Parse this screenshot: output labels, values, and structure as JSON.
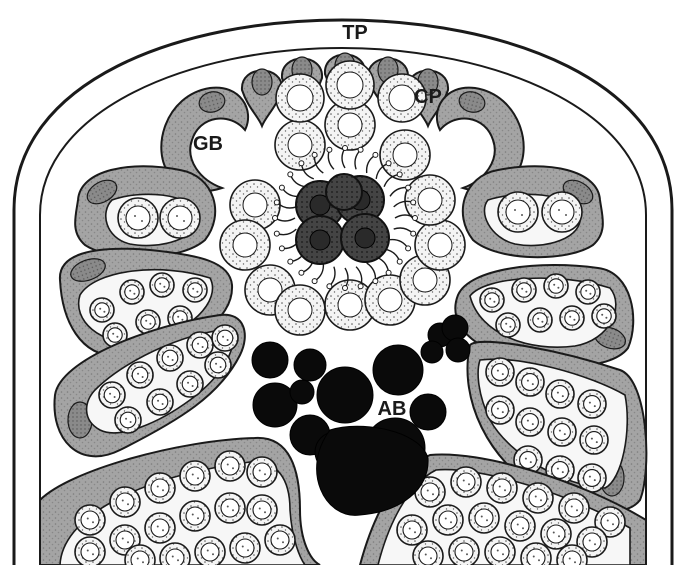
{
  "labels": {
    "tp": "TP",
    "cp": "CP",
    "gb": "GB",
    "ab": "AB"
  },
  "colors": {
    "background": "#ffffff",
    "outline": "#1a1a1a",
    "cyst_fill": "#9e9e9e",
    "cell_fill": "#f4f4f4",
    "nucleus_fill": "#ffffff",
    "apoptotic_body": "#0a0a0a"
  }
}
